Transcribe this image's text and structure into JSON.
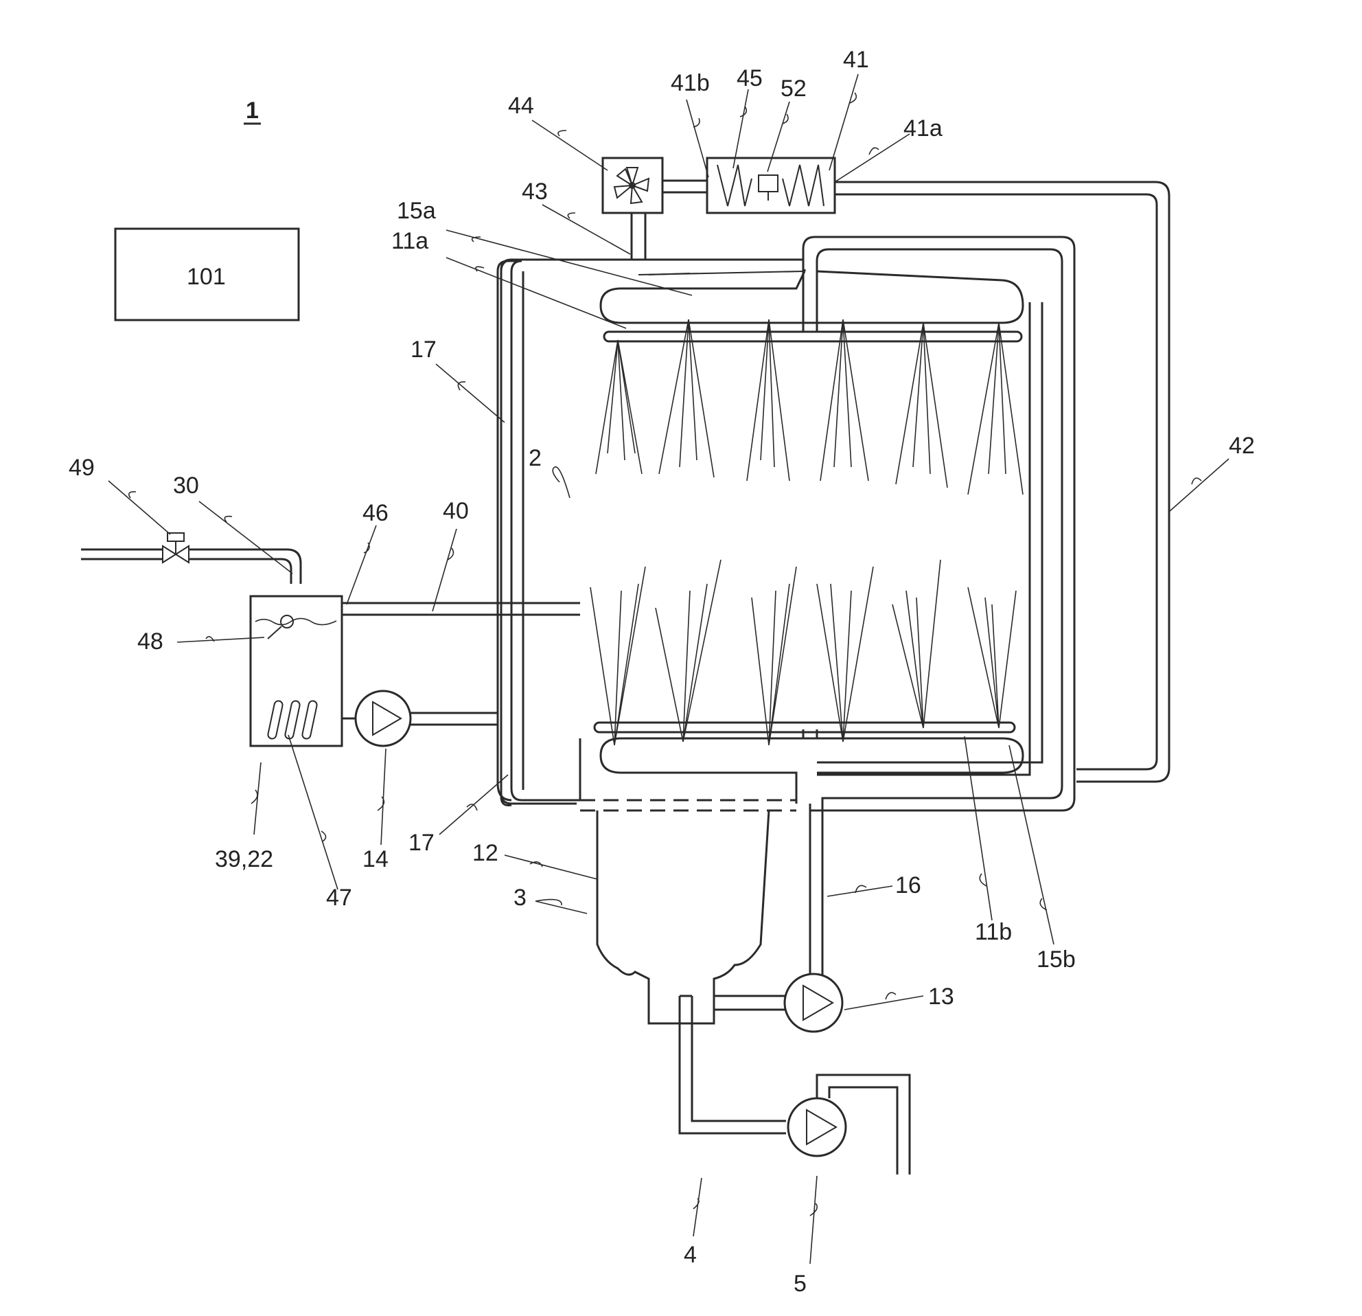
{
  "figure_number": "1",
  "control_unit_label": "101",
  "labels": {
    "tank_top": "2",
    "sump": "3",
    "drain_line": "4",
    "drain_pump": "5",
    "upper_spray_arm": "11a",
    "lower_spray_arm": "11b",
    "sump_wall": "12",
    "circulation_pump": "13",
    "supply_pump": "14",
    "upper_nozzles": "15a",
    "lower_nozzles": "15b",
    "pressure_line": "16",
    "bypass_line_upper": "17",
    "bypass_line_lower": "17",
    "inlet_pipe": "30",
    "reservoir": "39,22",
    "overflow_line": "40",
    "heat_exchanger": "41",
    "hx_outlet": "41a",
    "hx_inlet": "41b",
    "return_duct": "42",
    "vapor_duct": "43",
    "blower": "44",
    "hx_coil": "45",
    "reservoir_overflow": "46",
    "heater": "47",
    "float_switch": "48",
    "inlet_valve": "49",
    "condensate_collector": "52"
  }
}
